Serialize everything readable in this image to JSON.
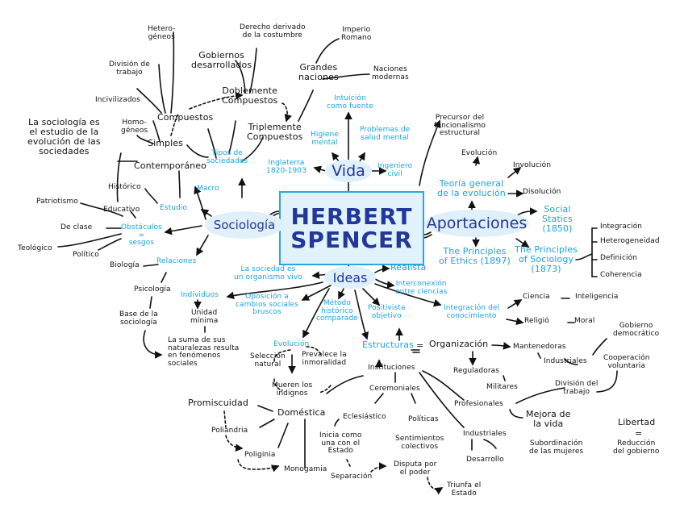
{
  "center": {
    "line1": "HERBERT",
    "line2": "SPENCER"
  },
  "colors": {
    "bubble_fill": "#dff0fa",
    "main_text": "#24379a",
    "accent_blue": "#1aa3e0",
    "box_border": "#27a8dd",
    "ink": "#111111"
  },
  "branches": {
    "vida": {
      "label": "Vida",
      "children": {
        "intuicion": "Intuición\ncomo fuente",
        "higiene": "Higiene\nmental",
        "problemas": "Problemas de\nsalud mental",
        "inglaterra": "Inglaterra\n1820-1903",
        "ingeniero": "Ingeniero\ncivil"
      }
    },
    "sociologia": {
      "label": "Sociología",
      "children": {
        "tipos": "Tipos de\nsociedades",
        "macro": "Macro",
        "estudio": "Estudio",
        "obstaculos": "Obstáculos\n=\nsesgos",
        "relaciones": "Relaciones"
      },
      "tipos_tree": {
        "compuestos": "Compuestos",
        "simples": "Simples",
        "doblemente": "Doblemente\nCompuestos",
        "triplemente": "Triplemente\nCompuestos",
        "heterogeneos": "Hetero-\ngéneos",
        "division_trabajo": "División de\ntrabajo",
        "incivilizados": "Incivilizados",
        "homogeneos": "Homo-\ngéneos",
        "gobiernos": "Gobiernos\ndesarrollados",
        "derecho": "Derecho derivado\nde la costumbre",
        "grandes_naciones": "Grandes\nnaciones",
        "imperio": "Imperio\nRomano",
        "naciones_modernas": "Naciones\nmodernas"
      },
      "estudio_tree": {
        "contemporaneo": "Contemporáneo",
        "historico": "Histórico",
        "definicion": "La sociología es\nel estudio de la\nevolución de las\nsociedades"
      },
      "obstaculos_tree": [
        "Patriotismo",
        "Educativo",
        "De clase",
        "Teológico",
        "Político"
      ],
      "relaciones_tree": {
        "biologia": "Biología",
        "psicologia": "Psicología",
        "base": "Base de la\nsociología"
      }
    },
    "aportaciones": {
      "label": "Aportaciones",
      "children": {
        "precursor": "Precursor del\nfuncionalismo\nestructural",
        "teoria": "Teoría general\nde la evolución",
        "evolucion": "Evolución",
        "involucion": "Involución",
        "disolucion": "Disolución",
        "social_statics": "Social\nStatics\n(1850)",
        "ethics": "The Principles\nof Ethics (1897)",
        "sociology": "The Principles\nof Sociology\n(1873)"
      },
      "sociology_list": [
        "Integración",
        "Heterogeneidad",
        "Definición",
        "Coherencia"
      ]
    },
    "ideas": {
      "label": "Ideas",
      "children": {
        "organismo": "La sociedad es\nun organismo vivo",
        "individuos": "Individuos",
        "oposicion": "Oposición a\ncambios sociales\nbruscos",
        "metodo": "Método\nhistórico\ncomparado",
        "positivista": "Positivista\nobjetivo",
        "realista": "Realista",
        "interconexion": "Interconexión\nentre ciencias",
        "integracion": "Integración del\nconocimiento",
        "evolucion": "Evolución",
        "estructuras": "Estructuras"
      },
      "individuos_tree": {
        "unidad": "Unidad\nmínima",
        "suma": "La suma de sus\nnaturalezas resulta\nen fenómenos\nsociales"
      },
      "integracion_tree": {
        "ciencia": "Ciencia",
        "inteligencia": "Inteligencia",
        "religion": "Religió",
        "moral": "Moral"
      },
      "evolucion_tree": {
        "seleccion": "Selección\nnatural",
        "prevalece": "Prevalece la\ninmoralidad",
        "mueren": "Mueren los\nindignos"
      },
      "estructuras_tree": {
        "equals": "=",
        "organizacion": "Organización",
        "mantenedoras": "Mantenedoras",
        "industriales_org": "Industriales",
        "gobierno_dem": "Gobierno\ndemocrático",
        "cooperacion": "Cooperación\nvoluntaria",
        "reguladoras": "Reguladoras",
        "militares": "Militares",
        "division_del_trabajo": "División del\ntrabajo",
        "instituciones": "Instituciones",
        "ceremoniales": "Ceremoniales",
        "eclesiastico": "Eclesiástico",
        "politicas": "Políticas",
        "sentimientos": "Sentimientos\ncolectivos",
        "inicia": "Inicia como\nuna con el\nEstado",
        "separacion": "Separación",
        "disputa": "Disputa por\nel poder",
        "triunfa": "Triunfa el\nEstado",
        "profesionales": "Profesionales",
        "mejora": "Mejora de\nla vida",
        "industriales": "Industriales",
        "desarrollo": "Desarrollo",
        "subordinacion": "Subordinación\nde las mujeres",
        "domestica": "Doméstica",
        "promiscuidad": "Promiscuidad",
        "poliandria": "Poliandria",
        "poliginia": "Poliginia",
        "monogamia": "Monogamia"
      }
    }
  },
  "note": {
    "line1": "Libertad",
    "eq": "=",
    "line2": "Reducción\ndel gobierno"
  }
}
